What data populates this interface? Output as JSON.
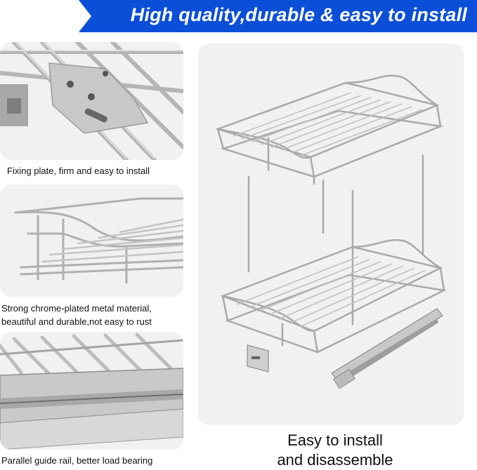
{
  "banner": {
    "title": "High quality,durable & easy to install",
    "color": "#0b4fd8"
  },
  "features": [
    {
      "caption_lines": [
        "Fixing plate, firm and easy to install"
      ]
    },
    {
      "caption_lines": [
        "Strong chrome-plated metal material,",
        "beautiful and durable,not easy to rust"
      ]
    },
    {
      "caption_lines": [
        "Parallel guide rail, better load bearing"
      ]
    }
  ],
  "main_panel": {
    "caption_lines": [
      "Easy to install",
      "and disassemble"
    ]
  },
  "icons": [
    "fixing-plate-image",
    "chrome-rack-image",
    "guide-rail-image",
    "two-tier-rack-image"
  ]
}
